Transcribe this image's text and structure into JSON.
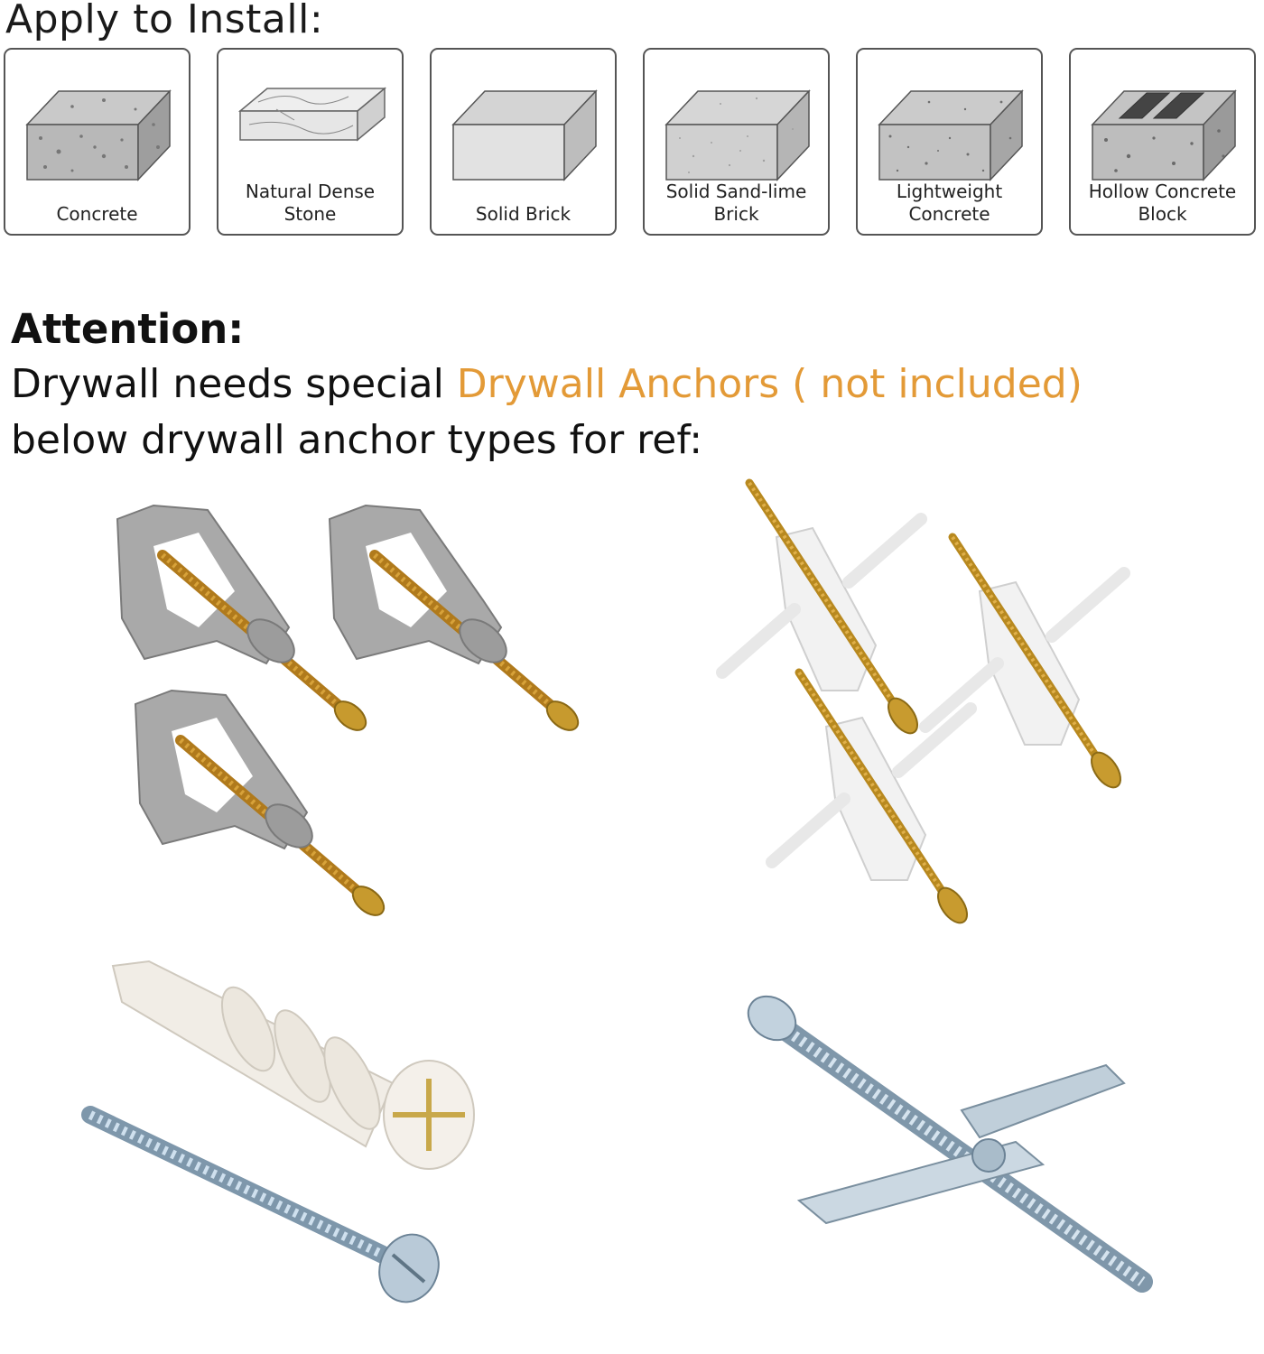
{
  "apply": {
    "title": "Apply to Install:",
    "materials": [
      {
        "icon": "concrete-block-icon",
        "line1": "",
        "line2": "Concrete"
      },
      {
        "icon": "natural-stone-block-icon",
        "line1": "Natural Dense",
        "line2": "Stone"
      },
      {
        "icon": "solid-brick-icon",
        "line1": "",
        "line2": "Solid Brick"
      },
      {
        "icon": "sand-lime-brick-icon",
        "line1": "Solid Sand-lime",
        "line2": "Brick"
      },
      {
        "icon": "lightweight-concrete-icon",
        "line1": "Lightweight",
        "line2": "Concrete"
      },
      {
        "icon": "hollow-concrete-block-icon",
        "line1": "Hollow Concrete",
        "line2": "Block"
      }
    ]
  },
  "attention": {
    "heading": "Attention:",
    "line1_prefix": "Drywall needs special ",
    "line1_highlight": "Drywall Anchors ( not included)",
    "line2": "below drywall anchor types for ref:",
    "accent_color": "#e39a37"
  },
  "anchors": [
    {
      "icon": "grey-plastic-expansion-anchor-icon"
    },
    {
      "icon": "white-plastic-winged-anchor-icon"
    },
    {
      "icon": "self-drilling-drywall-anchor-icon"
    },
    {
      "icon": "toggle-bolt-anchor-icon"
    }
  ]
}
